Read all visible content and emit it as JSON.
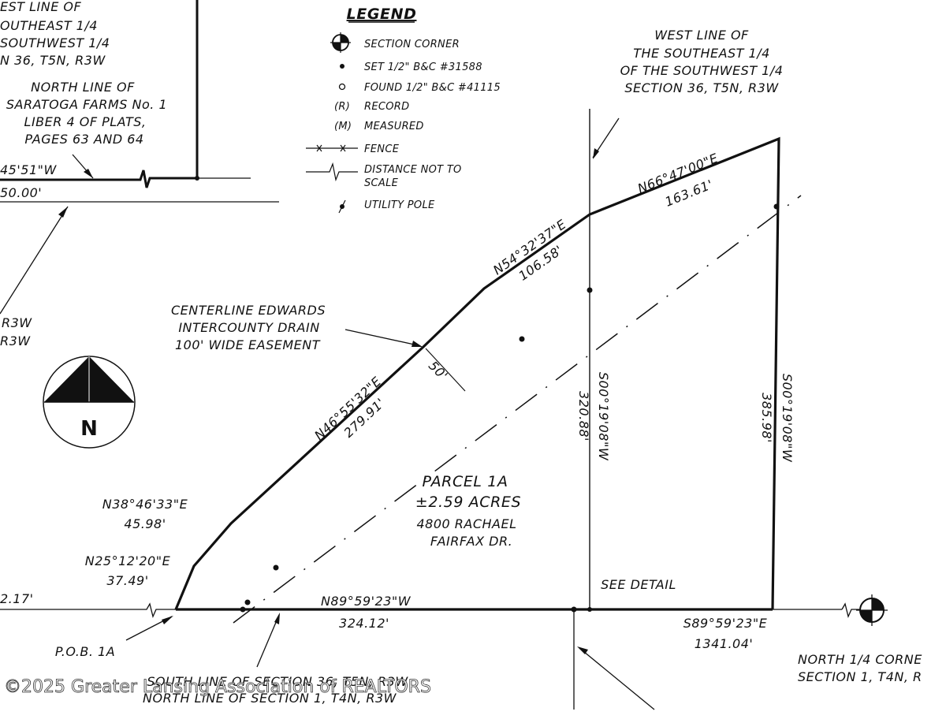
{
  "legend": {
    "title": "LEGEND",
    "items": {
      "section_corner": "SECTION CORNER",
      "set_pin": "SET 1/2\" B&C #31588",
      "found_pin": "FOUND 1/2\" B&C #41115",
      "record": "RECORD",
      "record_sym": "(R)",
      "measured": "MEASURED",
      "measured_sym": "(M)",
      "fence": "FENCE",
      "distance_not_to_scale_1": "DISTANCE NOT TO",
      "distance_not_to_scale_2": "SCALE",
      "utility_pole": "UTILITY POLE"
    }
  },
  "top_left_text": {
    "l1": "EST LINE OF",
    "l2": "OUTHEAST 1/4",
    "l3": "SOUTHWEST 1/4",
    "l4": "N 36, T5N, R3W"
  },
  "north_line": {
    "l1": "NORTH LINE OF",
    "l2": "SARATOGA FARMS No. 1",
    "l3": "LIBER 4 OF PLATS,",
    "l4": "PAGES 63 AND 64"
  },
  "left_bearing": "45'51\"W",
  "left_distance": "50.00'",
  "left_r3w_1": "R3W",
  "left_r3w_2": "R3W",
  "west_line": {
    "l1": "WEST LINE OF",
    "l2": "THE SOUTHEAST 1/4",
    "l3": "OF THE SOUTHWEST 1/4",
    "l4": "SECTION 36, T5N, R3W"
  },
  "courses": {
    "c1_bearing": "N66°47'00\"E",
    "c1_distance": "163.61'",
    "c2_bearing": "N54°32'37\"E",
    "c2_distance": "106.58'",
    "c3_bearing": "N46°55'32\"E",
    "c3_distance": "279.91'",
    "c4_bearing": "N38°46'33\"E",
    "c4_distance": "45.98'",
    "c5_bearing": "N25°12'20\"E",
    "c5_distance": "37.49'",
    "south_bearing": "N89°59'23\"W",
    "south_distance": "324.12'",
    "mid_bearing": "S00°19'08\"W",
    "mid_distance": "320.88'",
    "east_bearing": "S00°19'08\"W",
    "east_distance": "385.98'",
    "section_bearing": "S89°59'23\"E",
    "section_distance": "1341.04'",
    "left_partial_distance": "2.17'"
  },
  "drain": {
    "l1": "CENTERLINE EDWARDS",
    "l2": "INTERCOUNTY DRAIN",
    "l3": "100' WIDE EASEMENT",
    "offset": "50'"
  },
  "parcel": {
    "name": "PARCEL 1A",
    "area": "±2.59 ACRES",
    "address1": "4800 RACHAEL",
    "address2": "FAIRFAX DR."
  },
  "see_detail": "SEE DETAIL",
  "pob": "P.O.B. 1A",
  "north_arrow_letter": "N",
  "north_quarter": {
    "l1": "NORTH 1/4 CORNE",
    "l2": "SECTION 1, T4N, R"
  },
  "south_line": {
    "l1": "SOUTH LINE OF SECTION 36, T5N, R3W",
    "l2": "NORTH LINE OF SECTION 1, T4N, R3W"
  },
  "watermark": "©2025 Greater Lansing Association of REALTORS"
}
